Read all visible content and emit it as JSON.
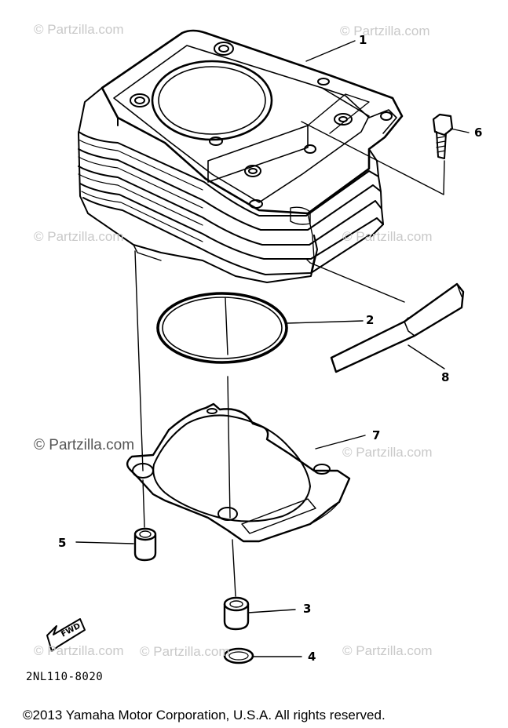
{
  "watermarks": [
    "© Partzilla.com",
    "© Partzilla.com",
    "© Partzilla.com",
    "© Partzilla.com",
    "© Partzilla.com",
    "© Partzilla.com",
    "© Partzilla.com",
    "© Partzilla.com",
    "© Partzilla.com"
  ],
  "callouts": {
    "p1": "1",
    "p2": "2",
    "p3": "3",
    "p4": "4",
    "p5": "5",
    "p6": "6",
    "p7": "7",
    "p8": "8"
  },
  "fwd_label": "FWD",
  "part_code": "2NL110-8020",
  "copyright": "©2013  Yamaha Motor Corporation, U.S.A. All rights reserved."
}
